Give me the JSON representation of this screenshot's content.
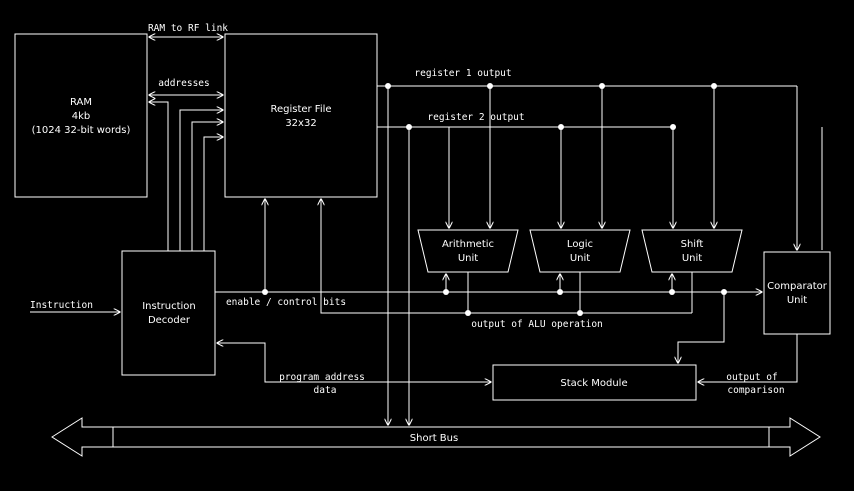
{
  "blocks": {
    "ram": {
      "line1": "RAM",
      "line2": "4kb",
      "line3": "(1024 32-bit words)"
    },
    "register_file": {
      "line1": "Register File",
      "line2": "32x32"
    },
    "instruction_decoder": {
      "line1": "Instruction",
      "line2": "Decoder"
    },
    "arithmetic_unit": {
      "line1": "Arithmetic",
      "line2": "Unit"
    },
    "logic_unit": {
      "line1": "Logic",
      "line2": "Unit"
    },
    "shift_unit": {
      "line1": "Shift",
      "line2": "Unit"
    },
    "comparator_unit": {
      "line1": "Comparator",
      "line2": "Unit"
    },
    "stack_module": {
      "label": "Stack Module"
    },
    "short_bus": {
      "label": "Short Bus"
    }
  },
  "signals": {
    "ram_to_rf": "RAM to RF link",
    "addresses": "addresses",
    "register1": "register 1 output",
    "register2": "register 2 output",
    "instruction": "Instruction",
    "enable_control": "enable / control bits",
    "alu_output": "output of ALU operation",
    "program_address_1": "program address",
    "program_address_2": "data",
    "comparison_1": "output of",
    "comparison_2": "comparison"
  }
}
